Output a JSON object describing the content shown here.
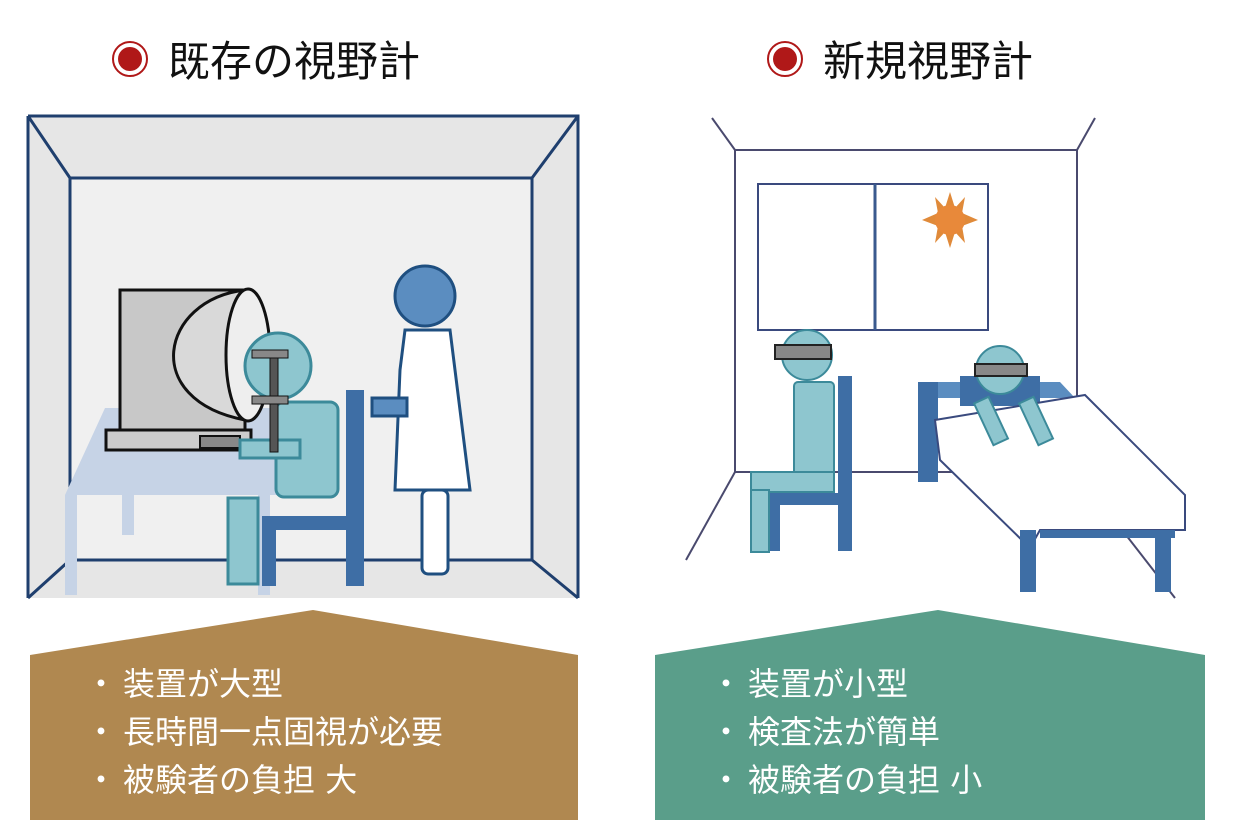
{
  "left": {
    "title": "既存の視野計",
    "bullet_color": "#b01818",
    "panel_color": "#b08850",
    "points": [
      "装置が大型",
      "長時間一点固視が必要",
      "被験者の負担 大"
    ]
  },
  "right": {
    "title": "新規視野計",
    "bullet_color": "#b01818",
    "panel_color": "#5a9e8a",
    "points": [
      "装置が小型",
      "検査法が簡単",
      "被験者の負担 小"
    ]
  }
}
